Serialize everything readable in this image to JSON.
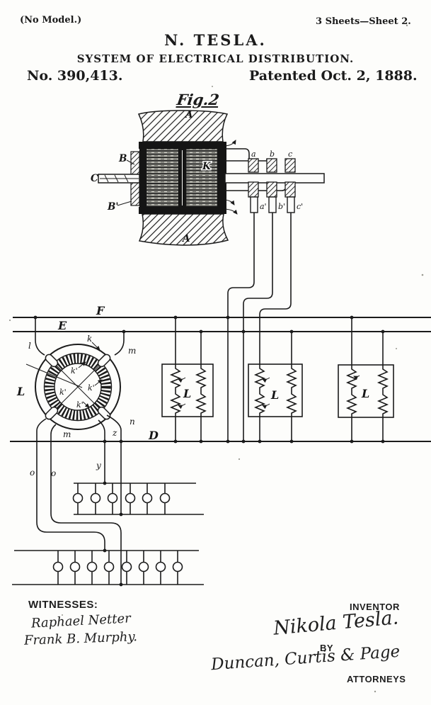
{
  "page": {
    "paper_color": "#fdfdfb",
    "ink_color": "#1b1b1b"
  },
  "header": {
    "no_model": "(No Model.)",
    "sheet_info": "3 Sheets—Sheet 2.",
    "inventor_name": "N. TESLA.",
    "invention_title": "SYSTEM OF ELECTRICAL DISTRIBUTION.",
    "patent_number": "No. 390,413.",
    "patent_date": "Patented Oct. 2, 1888."
  },
  "figure": {
    "fig_label": "Fig.2",
    "parts": {
      "stator_a": "A",
      "coil_b": "B",
      "coil_b_prime": "B'",
      "shaft_c": "C",
      "armature_k": "K",
      "ring_a": "a",
      "ring_b": "b",
      "ring_c": "c",
      "brush_a": "a'",
      "brush_b": "b'",
      "brush_c": "c'",
      "line_f": "F",
      "line_e": "E",
      "line_d": "D",
      "motor_l": "L",
      "lead_l": "l",
      "lead_m": "m",
      "lead_z": "z",
      "lead_n": "n",
      "lead_o": "o",
      "lead_y": "y",
      "k": "k",
      "k_prime": "k'",
      "load_l": "L"
    }
  },
  "footer": {
    "witnesses_label": "WITNESSES:",
    "witnesses": [
      "Raphael Netter",
      "Frank B. Murphy."
    ],
    "inventor_label": "INVENTOR",
    "inventor_signature": "Nikola Tesla.",
    "by_label": "BY",
    "attorneys_signature": "Duncan, Curtis & Page",
    "attorneys_label": "ATTORNEYS"
  }
}
